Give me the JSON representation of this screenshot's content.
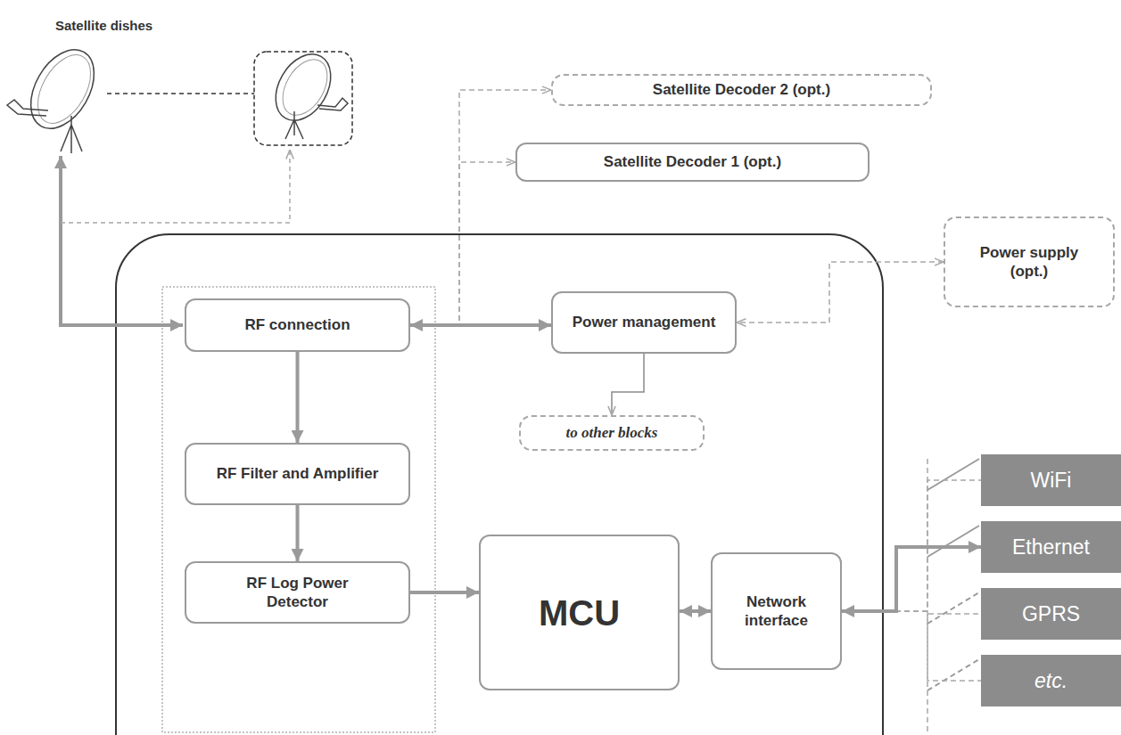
{
  "diagram": {
    "nodes": [
      {
        "text": [
          "Satellite Decoder 2 (opt.)"
        ]
      },
      {
        "text": [
          "Satellite Decoder 1 (opt.)"
        ]
      },
      {
        "text": [
          "RF connection"
        ]
      },
      {
        "text": [
          "Power management"
        ]
      },
      {
        "text": [
          "Power supply (opt.)"
        ]
      },
      {
        "text": [
          "to other blocks"
        ]
      },
      {
        "text": [
          "RF Filter and Amplifier"
        ]
      },
      {
        "text": [
          "RF Log Power Detector"
        ]
      },
      {
        "text": [
          "MCU"
        ]
      },
      {
        "text": [
          "Network interface"
        ]
      },
      {
        "text": [
          "WiFi"
        ]
      },
      {
        "text": [
          "Ethernet"
        ]
      },
      {
        "text": [
          "GPRS"
        ]
      },
      {
        "text": [
          "etc."
        ]
      }
    ],
    "edges": [
      {
        "from": 2,
        "to": 3,
        "arrow": "both"
      },
      {
        "from": 2,
        "to": 1,
        "arrow": "to"
      },
      {
        "from": 2,
        "to": 0,
        "arrow": "to"
      },
      {
        "from": 4,
        "to": 3,
        "arrow": "both"
      },
      {
        "from": 3,
        "to": 5,
        "arrow": "to"
      },
      {
        "from": 2,
        "to": 6,
        "arrow": "to"
      },
      {
        "from": 6,
        "to": 7,
        "arrow": "to"
      },
      {
        "from": 7,
        "to": 8,
        "arrow": "to"
      },
      {
        "from": 8,
        "to": 9,
        "arrow": "both"
      },
      {
        "from": 9,
        "to": 10,
        "arrow": "none"
      },
      {
        "from": 9,
        "to": 11,
        "arrow": "both"
      },
      {
        "from": 9,
        "to": 12,
        "arrow": "none"
      },
      {
        "from": 9,
        "to": 13,
        "arrow": "none"
      }
    ],
    "labels": [
      "Satellite dishes"
    ]
  }
}
